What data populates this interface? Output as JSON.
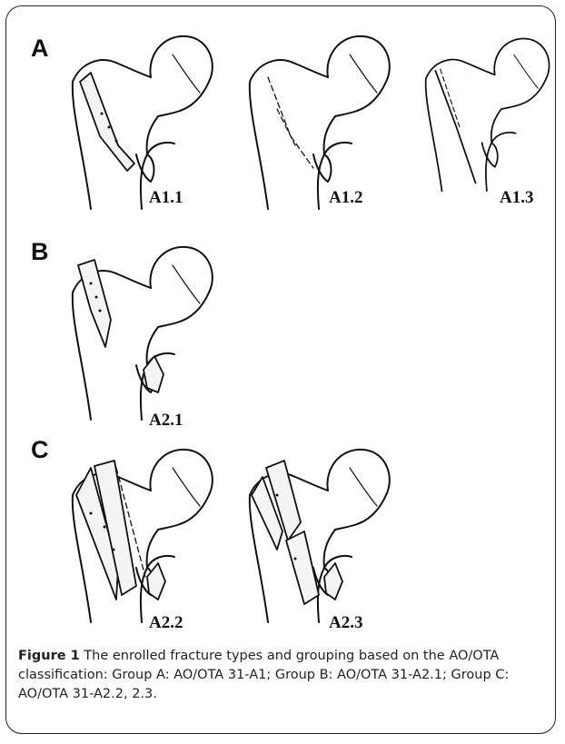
{
  "panels": {
    "A": {
      "label": "A",
      "items": [
        {
          "label": "A1.1"
        },
        {
          "label": "A1.2"
        },
        {
          "label": "A1.3"
        }
      ]
    },
    "B": {
      "label": "B",
      "items": [
        {
          "label": "A2.1"
        }
      ]
    },
    "C": {
      "label": "C",
      "items": [
        {
          "label": "A2.2"
        },
        {
          "label": "A2.3"
        }
      ]
    }
  },
  "caption": {
    "title": "Figure 1",
    "text": " The enrolled fracture types and grouping based on the AO/OTA classification: Group A: AO/OTA 31-A1; Group B: AO/OTA 31-A2.1; Group C: AO/OTA 31-A2.2, 2.3."
  },
  "colors": {
    "line": "#111111",
    "frame": "#222222",
    "background": "#ffffff"
  },
  "icons": {
    "femur": "proximal-femur-drawing"
  }
}
